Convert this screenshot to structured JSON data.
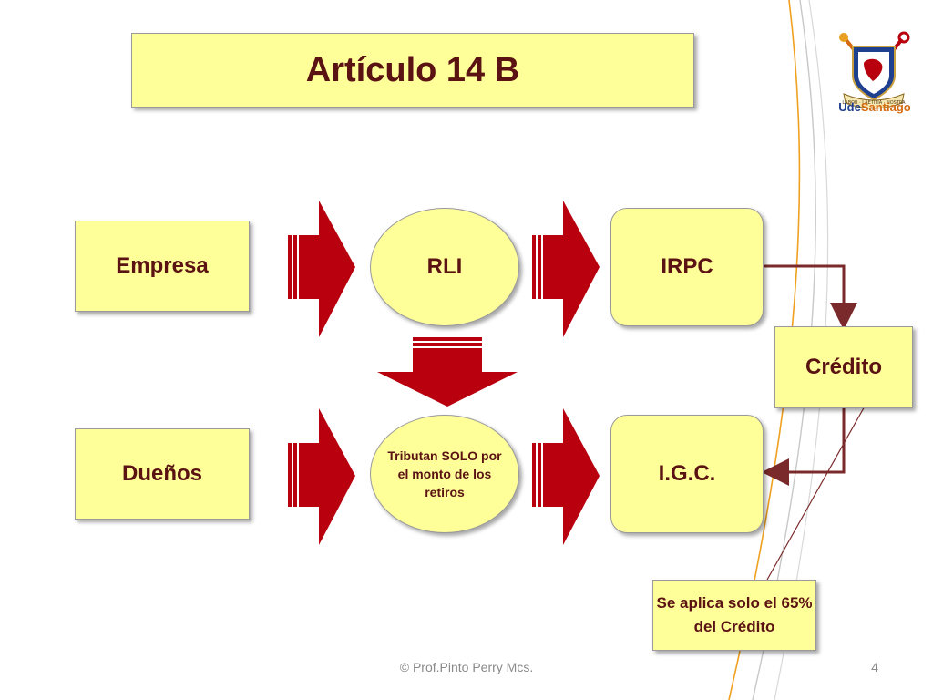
{
  "slide": {
    "title": "Artículo 14 B",
    "footer": "© Prof.Pinto Perry Mcs.",
    "page_number": "4"
  },
  "nodes": {
    "empresa": "Empresa",
    "duenos": "Dueños",
    "rli": "RLI",
    "tributan": "Tributan SOLO por el monto de los retiros",
    "irpc": "IRPC",
    "igc": "I.G.C.",
    "credito": "Crédito",
    "nota": "Se aplica solo el 65% del Crédito"
  },
  "logo": {
    "prefix": "Ude",
    "name": "Santiago",
    "motto": "LABOR · LAETITIA · NOSTRA"
  },
  "colors": {
    "box_fill": "#ffff99",
    "text": "#5a1212",
    "arrow": "#b8000f",
    "connector": "#7a2a2a",
    "brand_blue": "#1f3f8f",
    "brand_orange": "#d56b12"
  }
}
